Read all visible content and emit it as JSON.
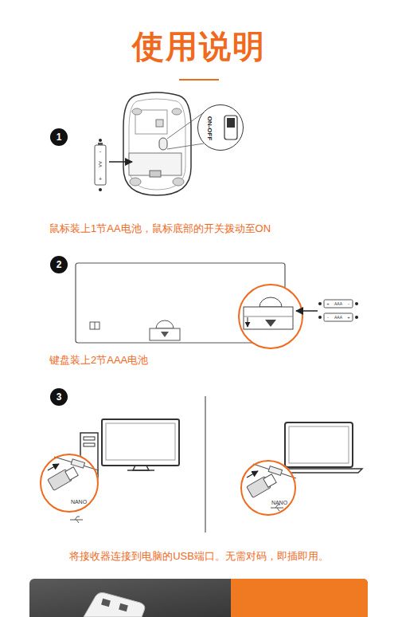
{
  "diagram": {
    "title": "使用说明",
    "nodes": [
      {
        "text": [
          "ON-OFF"
        ]
      },
      {
        "text": [
          "NANO"
        ]
      },
      {
        "text": [
          "NANO"
        ]
      }
    ],
    "labels": [
      "1",
      "-",
      "AA",
      "+",
      "鼠标装上1节AA电池，鼠标底部的开关拨动至ON",
      "2",
      "+",
      "AAA",
      "-",
      "-",
      "AAA",
      "+",
      "键盘装上2节AAA电池",
      "3",
      "将接收器连接到电脑的USB端口。无需对码，即插即用。"
    ]
  }
}
